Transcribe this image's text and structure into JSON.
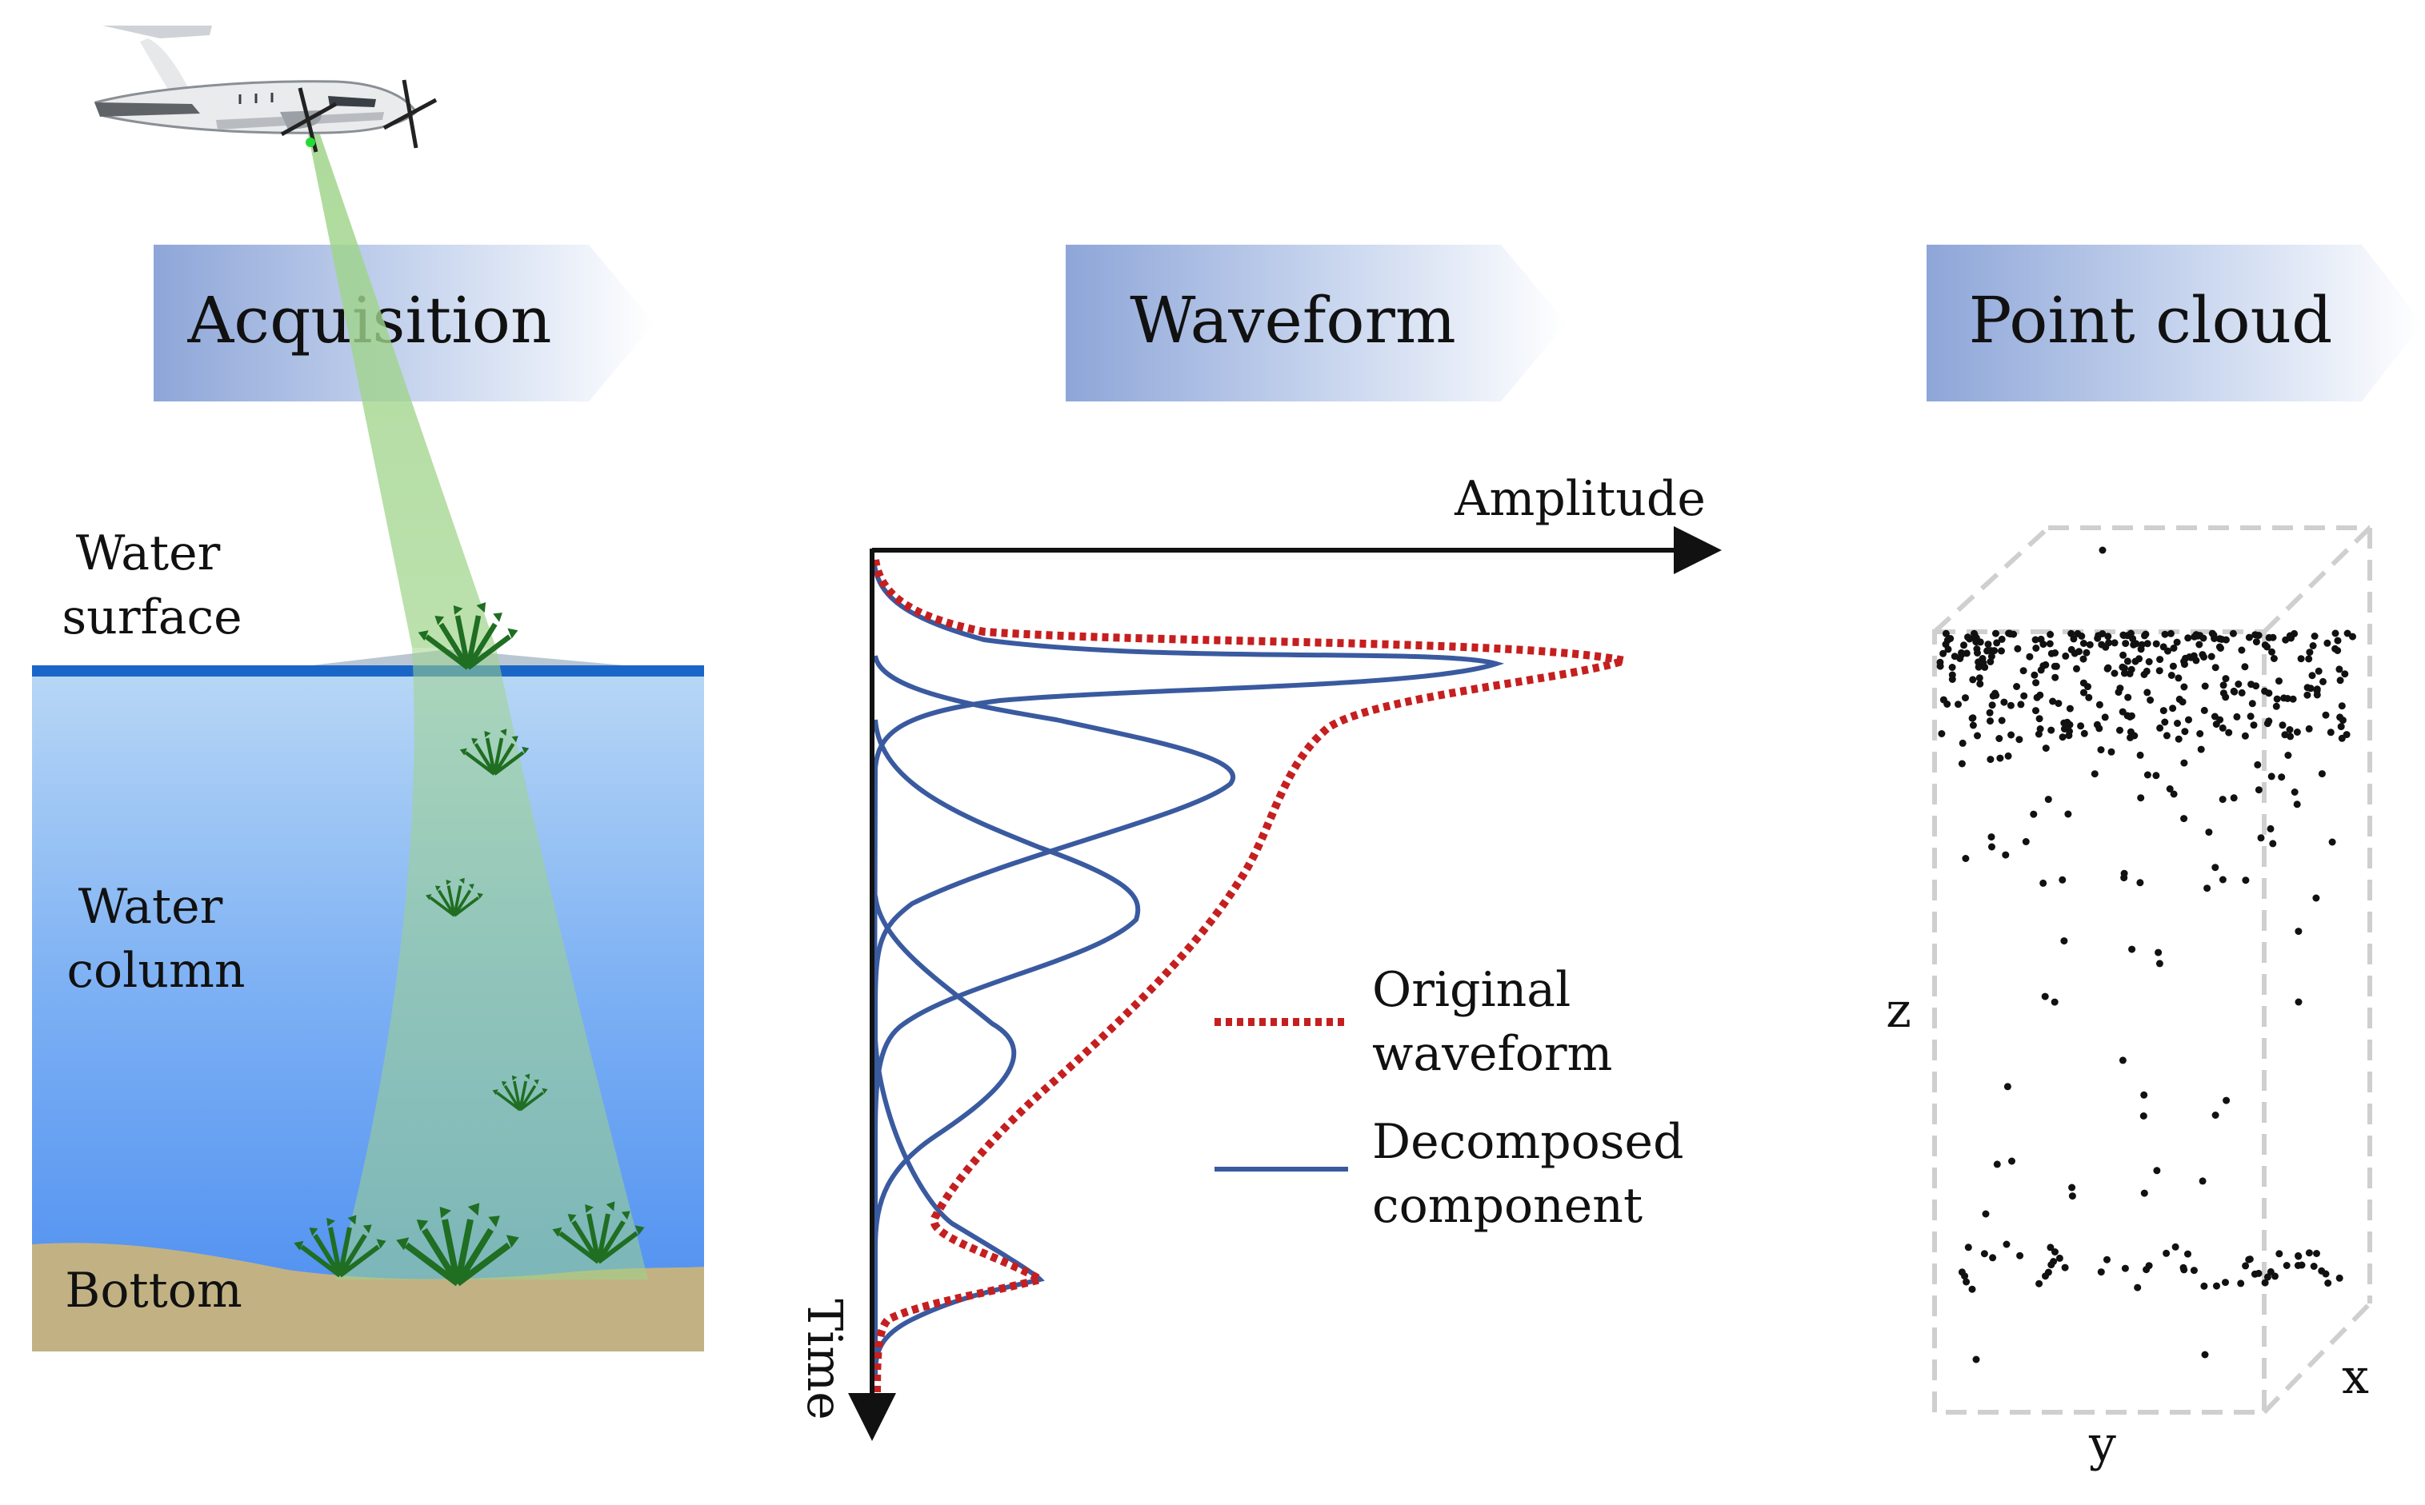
{
  "stages": {
    "acquisition": "Acquisition",
    "waveform": "Waveform",
    "point_cloud": "Point cloud"
  },
  "acquisition": {
    "water_surface": [
      "Water",
      "surface"
    ],
    "water_column": [
      "Water",
      "column"
    ],
    "bottom": "Bottom"
  },
  "waveform_plot": {
    "x_axis_label": "Amplitude",
    "y_axis_label": "Time",
    "legend": {
      "original": [
        "Original",
        "waveform"
      ],
      "decomposed": [
        "Decomposed",
        "component"
      ]
    }
  },
  "point_cloud": {
    "axis_z": "z",
    "axis_x": "x",
    "axis_y": "y"
  },
  "colors": {
    "banner_dark": "#8ea6d8",
    "water_top": "#b8d7f5",
    "water_bottom": "#4a8cf0",
    "sand": "#c2b283",
    "beam": "#9fd48a",
    "original_waveform": "#c51f1f",
    "decomposed_component": "#3a5aa0",
    "vegetation": "#1f6e22"
  }
}
